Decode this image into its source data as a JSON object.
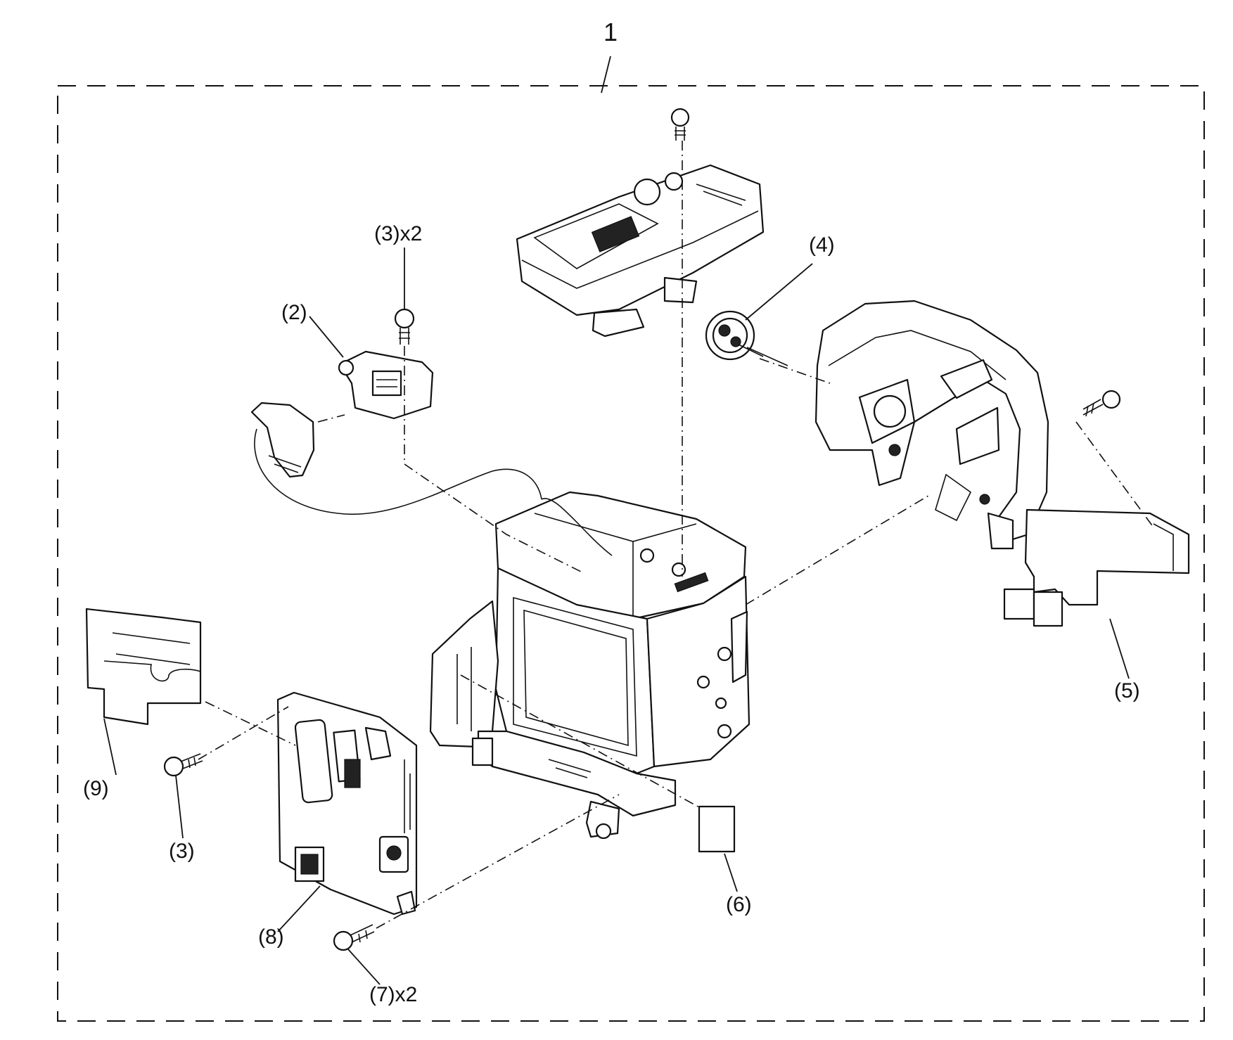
{
  "assembly_label": "1",
  "callouts": {
    "c3x2_top": "(3)x2",
    "c2": "(2)",
    "c4": "(4)",
    "c5": "(5)",
    "c6": "(6)",
    "c3_left": "(3)",
    "c8": "(8)",
    "c9": "(9)",
    "c7x2": "(7)x2"
  }
}
